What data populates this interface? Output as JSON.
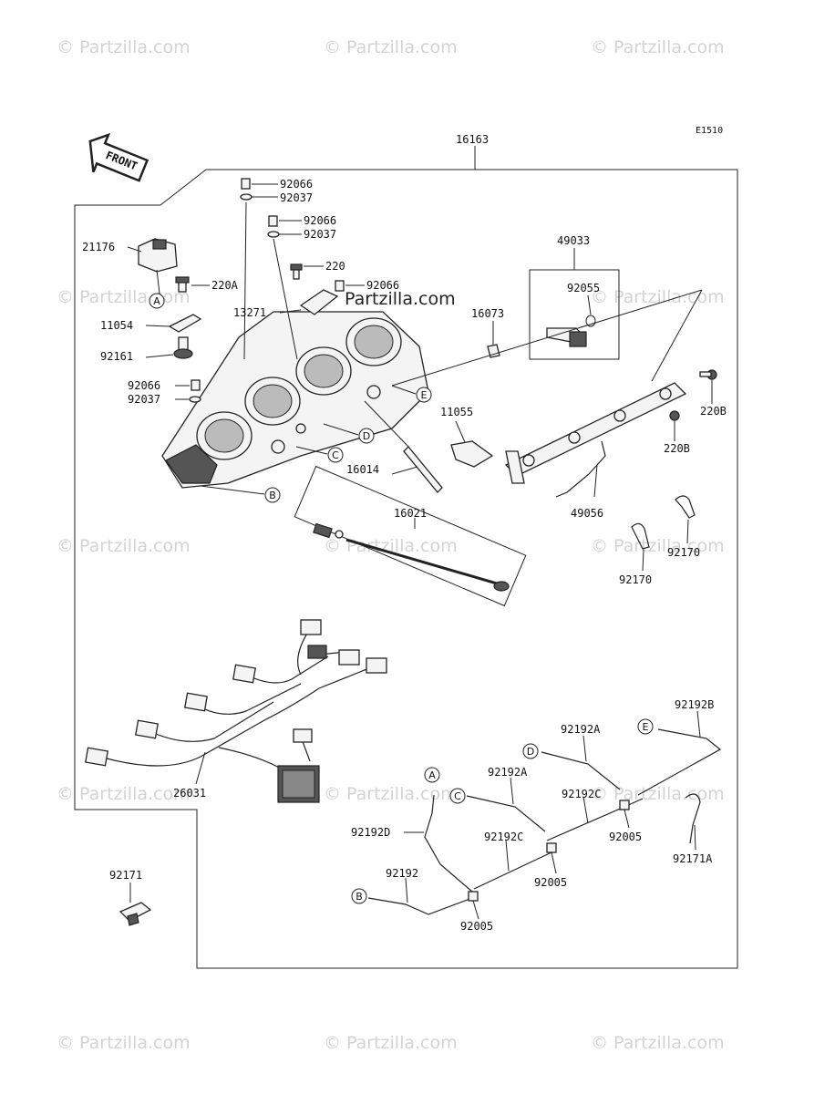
{
  "diagram_code": "E1510",
  "front_label": "FRONT",
  "watermark": "© Partzilla.com",
  "overlay_watermark": "Partzilla.com",
  "parts": {
    "assembly": "16163",
    "p21176": "21176",
    "p220A": "220A",
    "p11054": "11054",
    "p92161": "92161",
    "p92066_a": "92066",
    "p92037_a": "92037",
    "p92066_b": "92066",
    "p92037_b": "92037",
    "p220": "220",
    "p92066_c": "92066",
    "p13271": "13271",
    "p92066_d": "92066",
    "p92037_d": "92037",
    "p49033": "49033",
    "p92055": "92055",
    "p16073": "16073",
    "p11055": "11055",
    "p220B_a": "220B",
    "p220B_b": "220B",
    "p49056": "49056",
    "p16014": "16014",
    "p16021": "16021",
    "p92170_a": "92170",
    "p92170_b": "92170",
    "p26031": "26031",
    "p92192B": "92192B",
    "p92192A_a": "92192A",
    "p92192A_b": "92192A",
    "p92192C_a": "92192C",
    "p92192C_b": "92192C",
    "p92192D": "92192D",
    "p92192": "92192",
    "p92005_a": "92005",
    "p92005_b": "92005",
    "p92005_c": "92005",
    "p92171A": "92171A",
    "p92171": "92171"
  },
  "callouts": {
    "A_top": "A",
    "B_top": "B",
    "C_top": "C",
    "D_top": "D",
    "E_top": "E",
    "A_bot": "A",
    "B_bot": "B",
    "C_bot": "C",
    "D_bot": "D",
    "E_bot": "E"
  }
}
